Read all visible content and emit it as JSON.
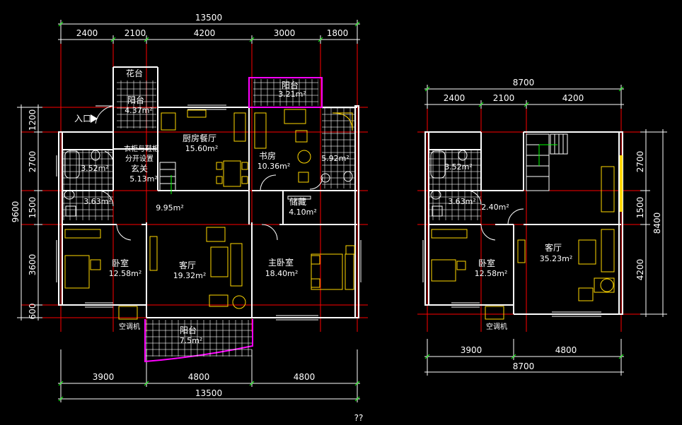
{
  "colors": {
    "background": "#000000",
    "wall": "#ffffff",
    "axis": "#ff0000",
    "dimension": "#ffffff",
    "furniture": "#ffd700",
    "door": "#ffffff",
    "balcony": "#ff00ff",
    "tile": "#ffffff",
    "stair_arrow": "#00ff00"
  },
  "plan_left": {
    "top_total": "13500",
    "top_segments": [
      "2400",
      "2100",
      "4200",
      "3000",
      "1800"
    ],
    "bottom_segments": [
      "3900",
      "4800",
      "4800"
    ],
    "bottom_total": "13500",
    "left_total": "9600",
    "left_segments": [
      "1200",
      "2700",
      "1500",
      "3600",
      "600"
    ],
    "entrance": "入口",
    "rooms": {
      "huatai": "花台",
      "yangtai_nw": "阳台",
      "yangtai_nw_area": "4.37m²",
      "yangtai_ne": "阳台",
      "yangtai_ne_area": "3.21m²",
      "kitchen": "厨房餐厅",
      "kitchen_area": "15.60m²",
      "study": "书房",
      "study_area": "10.36m²",
      "bath_ne_area": "5.92m²",
      "bath1_area": "3.52m²",
      "bath2_area": "3.63m²",
      "foyer_note_1": "衣柜与鞋柜",
      "foyer_note_2": "分开设置",
      "foyer": "玄关",
      "foyer_area": "5.13m²",
      "hall_area": "9.95m²",
      "storage": "储藏",
      "storage_area": "4.10m²",
      "bedroom": "卧室",
      "bedroom_area": "12.58m²",
      "living": "客厅",
      "living_area": "19.32m²",
      "master": "主卧室",
      "master_area": "18.40m²",
      "balcony_s": "阳台",
      "balcony_s_area": "7.5m²",
      "ac": "空调机"
    }
  },
  "plan_right": {
    "top_total": "8700",
    "top_segments": [
      "2400",
      "2100",
      "4200"
    ],
    "bottom_segments": [
      "3900",
      "4800"
    ],
    "bottom_total": "8700",
    "right_total": "8400",
    "right_segments": [
      "2700",
      "1500",
      "4200"
    ],
    "rooms": {
      "bath1_area": "3.52m²",
      "bath2_area": "3.63m²",
      "hall_area": "2.40m²",
      "bedroom": "卧室",
      "bedroom_area": "12.58m²",
      "living": "客厅",
      "living_area": "35.23m²",
      "ac": "空调机"
    }
  },
  "footer_text": "??"
}
